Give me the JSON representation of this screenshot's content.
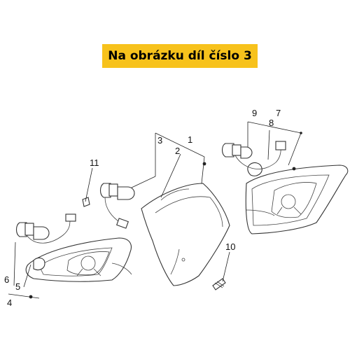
{
  "banner": {
    "text": "Na obrázku díl číslo 3",
    "color": "#f7c21c"
  },
  "callouts": [
    "1",
    "2",
    "3",
    "4",
    "5",
    "6",
    "7",
    "8",
    "9",
    "10",
    "11"
  ]
}
